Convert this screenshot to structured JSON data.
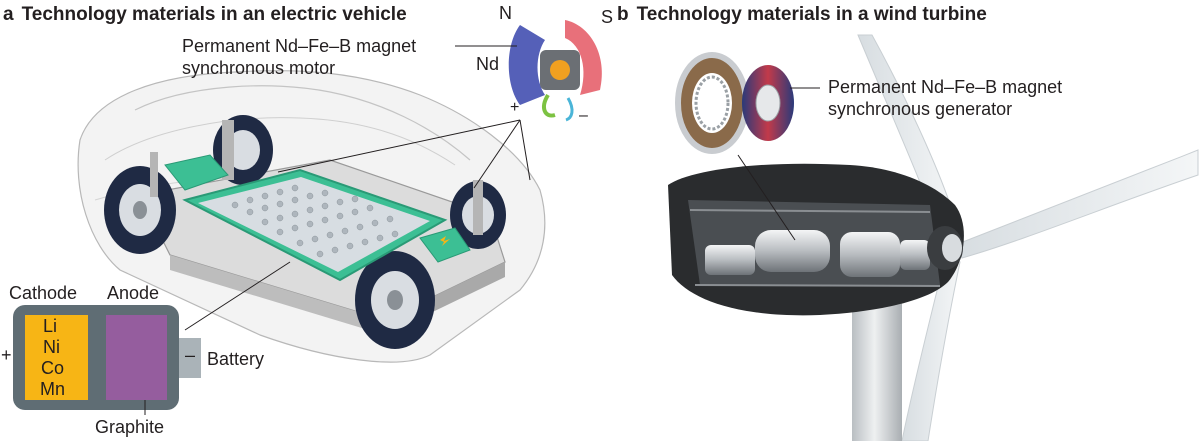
{
  "panel_a": {
    "letter": "a",
    "title": "Technology materials in an electric vehicle",
    "motor_label_line1": "Permanent Nd–Fe–B magnet",
    "motor_label_line2": "synchronous motor",
    "motor_pole_n": "N",
    "motor_pole_s": "S",
    "motor_nd": "Nd",
    "motor_plus": "+",
    "motor_minus": "–",
    "battery": {
      "cathode_label": "Cathode",
      "anode_label": "Anode",
      "cathode_elements": [
        "Li",
        "Ni",
        "Co",
        "Mn"
      ],
      "anode_material": "Graphite",
      "battery_label": "Battery",
      "plus": "+",
      "minus": "–"
    },
    "colors": {
      "cathode": "#f7b515",
      "anode": "#955d9e",
      "separator": "#5f6d74",
      "battery_pack": "#3cbf94",
      "tire": "#1f2a44"
    }
  },
  "panel_b": {
    "letter": "b",
    "title": "Technology materials in a wind turbine",
    "generator_label_line1": "Permanent Nd–Fe–B magnet",
    "generator_label_line2": "synchronous generator"
  }
}
